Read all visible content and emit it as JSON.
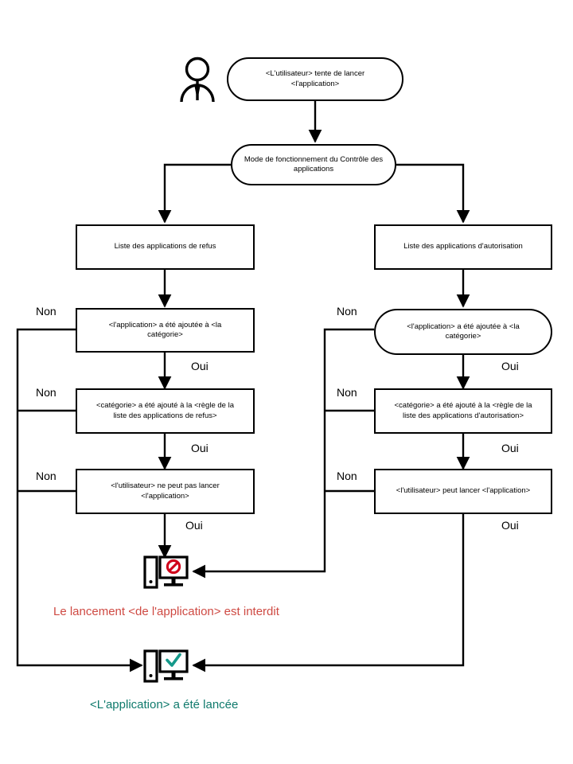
{
  "diagram": {
    "title": "Application Control operating mode flowchart",
    "language": "fr",
    "colors": {
      "stroke": "#000000",
      "denied": "#cf4a43",
      "denied_icon": "#d0021b",
      "allowed": "#0f7a6c",
      "allowed_icon": "#15998a"
    }
  },
  "actor": {
    "name": "user-actor-icon"
  },
  "nodes": {
    "start": {
      "label": "<L'utilisateur> tente de lancer <l'application>",
      "line1": "<L'utilisateur> tente de lancer",
      "line2": "<l'application>",
      "shape": "stadium"
    },
    "mode": {
      "label": "Mode de fonctionnement du Contrôle des applications",
      "line1": "Mode de fonctionnement du Contrôle des",
      "line2": "applications",
      "shape": "stadium"
    },
    "deny_list": {
      "label": "Liste des applications de refus",
      "shape": "rect"
    },
    "allow_list": {
      "label": "Liste des applications d'autorisation",
      "shape": "rect"
    },
    "deny_app_in_category": {
      "line1": "<l'application> a été ajoutée à <la",
      "line2": "catégorie>",
      "label": "<l'application> a été ajoutée à <la catégorie>",
      "shape": "rect"
    },
    "allow_app_in_category": {
      "line1": "<l'application> a été ajoutée à <la",
      "line2": "catégorie>",
      "label": "<l'application> a été ajoutée à <la catégorie>",
      "shape": "stadium"
    },
    "deny_category_in_rule": {
      "line1": "<catégorie> a été ajouté à la <règle de la",
      "line2": "liste des applications de refus>",
      "label": "<catégorie> a été ajouté à la <règle de la liste des applications de refus>",
      "shape": "rect"
    },
    "allow_category_in_rule": {
      "line1": "<catégorie> a été ajouté à la <règle de la",
      "line2": "liste des applications d'autorisation>",
      "label": "<catégorie> a été ajouté à la <règle de la liste des applications d'autorisation>",
      "shape": "rect"
    },
    "deny_user_cannot": {
      "line1": "<l'utilisateur> ne peut pas lancer",
      "line2": "<l'application>",
      "label": "<l'utilisateur> ne peut pas lancer <l'application>",
      "shape": "rect"
    },
    "allow_user_can": {
      "label": "<l'utilisateur> peut lancer <l'application>",
      "shape": "rect"
    }
  },
  "edge_labels": {
    "left_no_1": "Non",
    "left_no_2": "Non",
    "left_no_3": "Non",
    "left_yes_1": "Oui",
    "left_yes_2": "Oui",
    "left_yes_3": "Oui",
    "right_no_1": "Non",
    "right_no_2": "Non",
    "right_no_3": "Non",
    "right_yes_1": "Oui",
    "right_yes_2": "Oui",
    "right_yes_3": "Oui"
  },
  "outcomes": {
    "denied": {
      "icon": "computer-blocked-icon",
      "caption": "Le lancement <de l'application> est interdit"
    },
    "allowed": {
      "icon": "computer-check-icon",
      "caption": "<L'application> a été lancée"
    }
  }
}
